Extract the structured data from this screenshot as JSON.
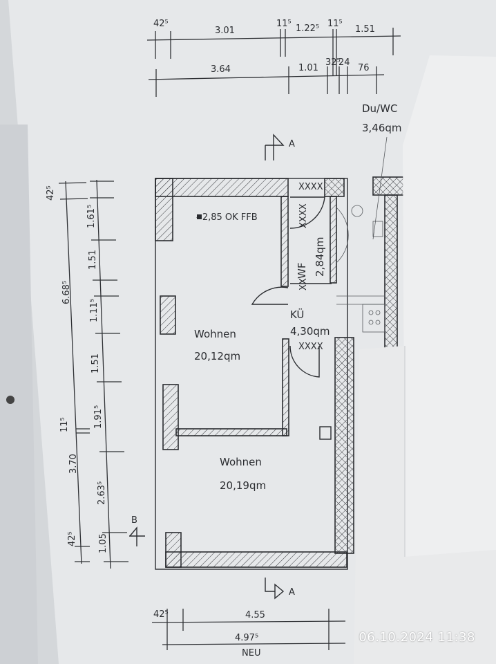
{
  "plan": {
    "top_dims_row1": [
      "42⁵",
      "3.01",
      "11⁵",
      "1.22⁵",
      "11⁵",
      "1.51"
    ],
    "top_dims_row2": [
      "3.64",
      "1.01",
      "32⁵",
      "24",
      "76"
    ],
    "left_dims_outer": [
      "42⁵",
      "6.68⁵",
      "11⁵",
      "3.70",
      "42⁵"
    ],
    "left_dims_inner": [
      "1.61⁵",
      "1.51",
      "1.11⁵",
      "1.51",
      "1.91⁵",
      "2.63⁵",
      "1.05"
    ],
    "bottom_dims": [
      "42⁵",
      "4.55",
      "4.97⁵",
      "NEU"
    ],
    "section_marks": [
      "A",
      "A",
      "B"
    ],
    "level_note": "- 2,85 OK FFB",
    "rooms": [
      {
        "name": "Wohnen",
        "area": "20,12qm"
      },
      {
        "name": "Wohnen",
        "area": "20,19qm"
      },
      {
        "name": "WF",
        "area": "2,84qm"
      },
      {
        "name": "KÜ",
        "area": "4,30qm"
      },
      {
        "name": "Du/WC",
        "area": "3,46qm"
      }
    ],
    "door_marks": [
      "XXXX",
      "XXXX",
      "XXXX",
      "XX"
    ]
  },
  "photo": {
    "timestamp": "06.10.2024   11:38"
  }
}
